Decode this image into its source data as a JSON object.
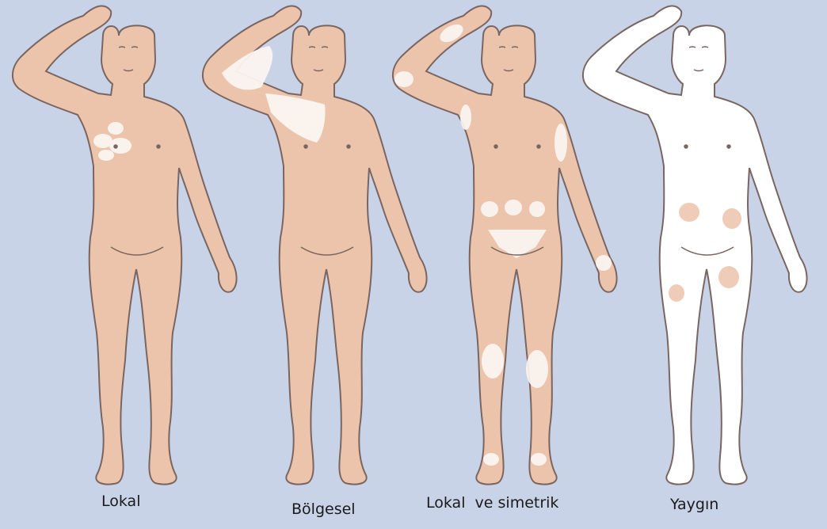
{
  "figures": [
    {
      "caption": "Lokal",
      "skin_color": "#ecc4ac",
      "patch_color": "#fbf5f1"
    },
    {
      "caption": "Bölgesel",
      "skin_color": "#ecc4ac",
      "patch_color": "#fbf5f1"
    },
    {
      "caption": "Lokal  ve simetrik",
      "skin_color": "#ecc4ac",
      "patch_color": "#fbf5f1"
    },
    {
      "caption": "Yaygın",
      "skin_color": "#ffffff",
      "patch_color": "#ecc4ac"
    }
  ],
  "colors": {
    "background": "#c9d3e8",
    "outline": "#7a6660"
  }
}
